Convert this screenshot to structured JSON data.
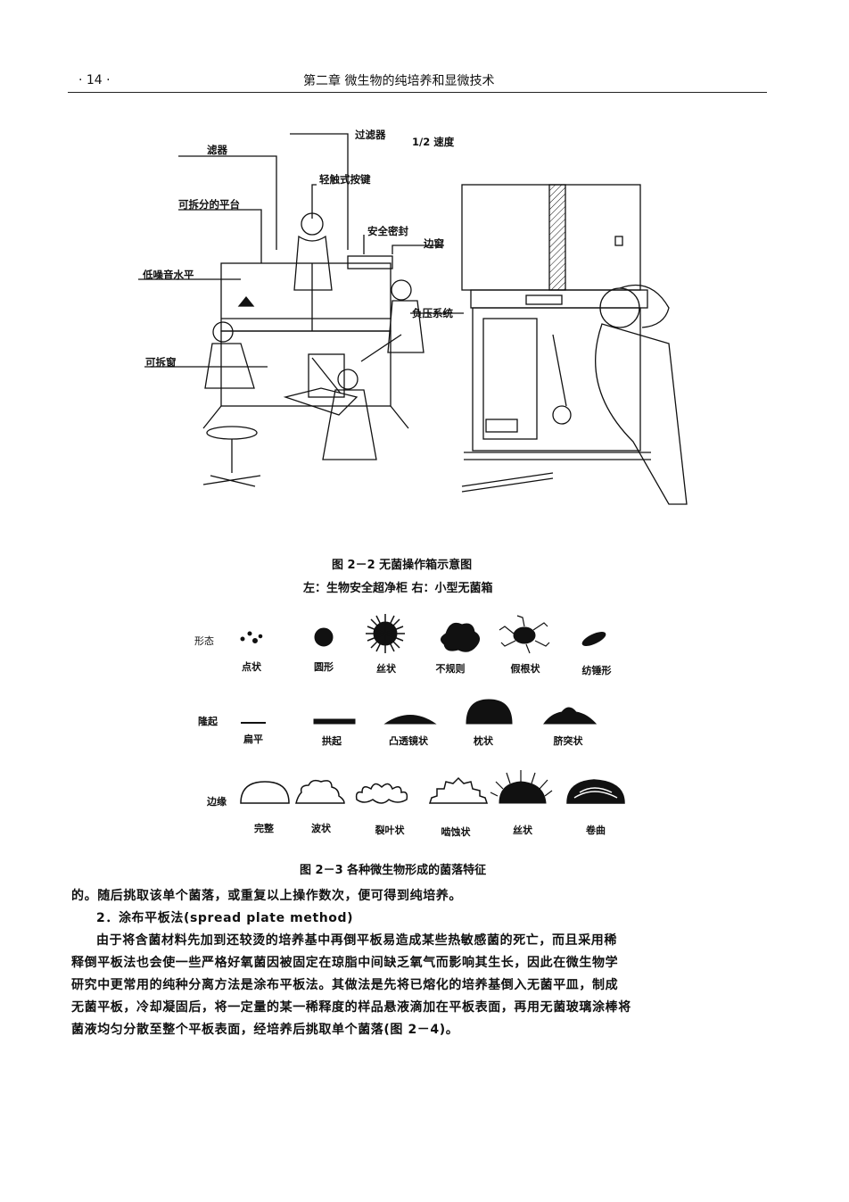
{
  "header": {
    "page_number": "· 14 ·",
    "chapter_title": "第二章  微生物的纯培养和显微技术"
  },
  "figure_2_2": {
    "labels": {
      "filter_top": "过滤器",
      "half_speed": "1/2 速度",
      "filter_left": "滤器",
      "touch_button": "轻触式按键",
      "detachable_platform": "可拆分的平台",
      "safety_seal": "安全密封",
      "side_window": "边窗",
      "low_noise": "低噪音水平",
      "negative_pressure": "负压系统",
      "detachable_window": "可拆窗"
    },
    "caption": "图 2－2   无菌操作箱示意图",
    "subcaption": "左：生物安全超净柜   右：小型无菌箱"
  },
  "figure_2_3": {
    "rows": [
      {
        "name": "形态",
        "items": [
          "点状",
          "圆形",
          "丝状",
          "不规则",
          "假根状",
          "纺锤形"
        ]
      },
      {
        "name": "隆起",
        "items": [
          "扁平",
          "拱起",
          "凸透镜状",
          "枕状",
          "脐突状"
        ]
      },
      {
        "name": "边缘",
        "items": [
          "完整",
          "波状",
          "裂叶状",
          "啮蚀状",
          "丝状",
          "卷曲"
        ]
      }
    ],
    "caption": "图 2－3   各种微生物形成的菌落特征"
  },
  "body": {
    "line1": "的。随后挑取该单个菌落，或重复以上操作数次，便可得到纯培养。",
    "section_heading": "2．涂布平板法(spread plate method)",
    "paragraph": [
      "由于将含菌材料先加到还较烫的培养基中再倒平板易造成某些热敏感菌的死亡，而且采用稀",
      "释倒平板法也会使一些严格好氧菌因被固定在琼脂中间缺乏氧气而影响其生长，因此在微生物学",
      "研究中更常用的纯种分离方法是涂布平板法。其做法是先将已熔化的培养基倒入无菌平皿，制成",
      "无菌平板，冷却凝固后，将一定量的某一稀释度的样品悬液滴加在平板表面，再用无菌玻璃涂棒将",
      "菌液均匀分散至整个平板表面，经培养后挑取单个菌落(图 2－4)。"
    ]
  }
}
